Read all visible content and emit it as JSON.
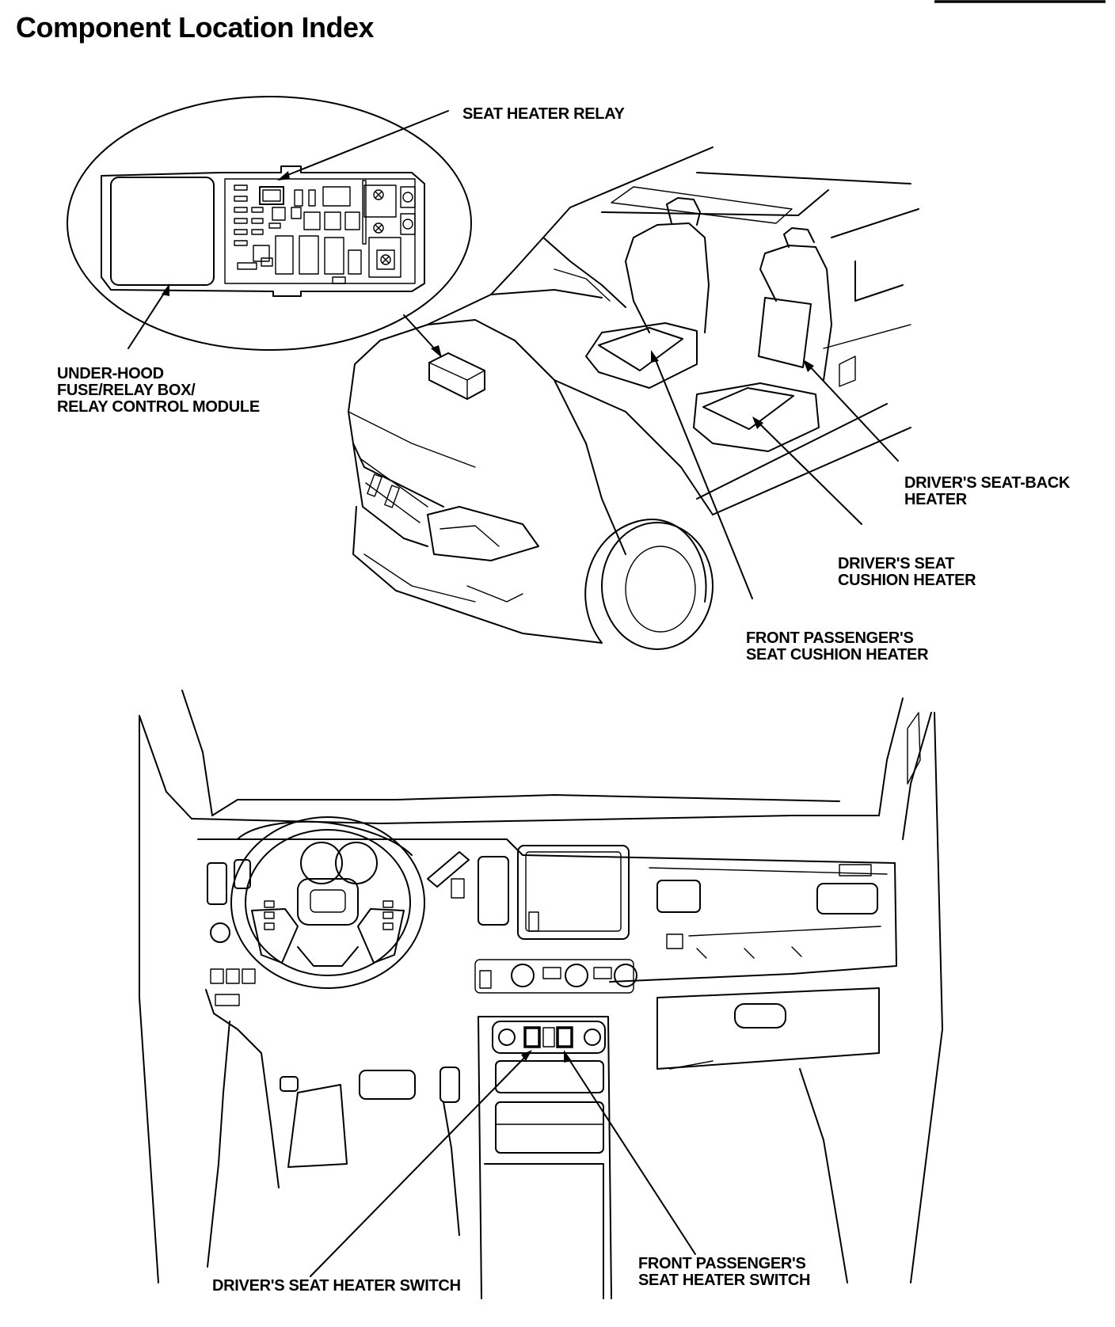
{
  "title": "Component Location Index",
  "callouts": {
    "seat_heater_relay": [
      "SEAT HEATER RELAY"
    ],
    "fuse_relay_box": [
      "UNDER-HOOD",
      "FUSE/RELAY BOX/",
      "RELAY CONTROL MODULE"
    ],
    "driver_seat_back_heater": [
      "DRIVER'S SEAT-BACK",
      "HEATER"
    ],
    "driver_seat_cushion_heater": [
      "DRIVER'S SEAT",
      "CUSHION HEATER"
    ],
    "front_passenger_seat_cushion_heater": [
      "FRONT PASSENGER'S",
      "SEAT CUSHION HEATER"
    ],
    "driver_seat_heater_switch": [
      "DRIVER'S SEAT HEATER SWITCH"
    ],
    "front_passenger_seat_heater_switch": [
      "FRONT PASSENGER'S",
      "SEAT HEATER SWITCH"
    ]
  }
}
